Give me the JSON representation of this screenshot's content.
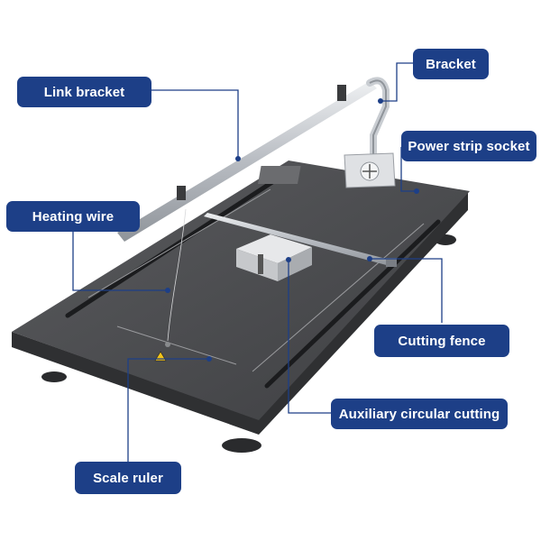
{
  "callouts": {
    "link_bracket": "Link bracket",
    "bracket": "Bracket",
    "power_strip_socket": "Power strip socket",
    "heating_wire": "Heating wire",
    "cutting_fence": "Cutting fence",
    "auxiliary_circular_cutting": "Auxiliary circular cutting",
    "scale_ruler": "Scale ruler"
  },
  "colors": {
    "label_fill": "#1d3f87",
    "label_text": "#ffffff",
    "leader_line": "#1d3f87",
    "board_top": "#4a4b4d",
    "board_edge": "#2f3032",
    "metal": "#c9cdd2"
  },
  "icons": [
    "warning-triangle-icon"
  ]
}
